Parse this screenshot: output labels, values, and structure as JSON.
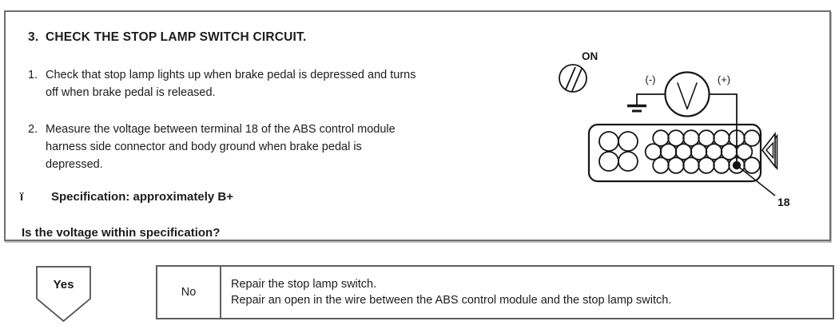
{
  "colors": {
    "ink": "#1c1c1c",
    "box_border": "#6e6e6e",
    "table_border": "#5f5f5f",
    "stroke": "#161616"
  },
  "main": {
    "number": "3.",
    "title": "CHECK THE STOP LAMP SWITCH CIRCUIT.",
    "steps": [
      {
        "number": "1.",
        "lines": [
          "Check that stop lamp lights up when brake pedal is depressed and turns",
          "off when brake pedal is released."
        ]
      },
      {
        "number": "2.",
        "lines": [
          "Measure the voltage between terminal 18 of the ABS control module",
          "harness side connector and body ground when brake pedal is",
          "depressed."
        ]
      }
    ],
    "spec_bullet": "ï",
    "spec": "Specification: approximately B+",
    "question": "Is the voltage within specification?"
  },
  "diagram": {
    "ignition_label": "ON",
    "meter_letter": "V",
    "neg_label": "(-)",
    "pos_label": "(+)",
    "terminal_label": "18"
  },
  "decision": {
    "yes_label": "Yes",
    "no_label": "No",
    "no_lines": [
      "Repair the stop lamp switch.",
      "Repair an open in the wire between the ABS control module and the stop lamp switch."
    ]
  }
}
